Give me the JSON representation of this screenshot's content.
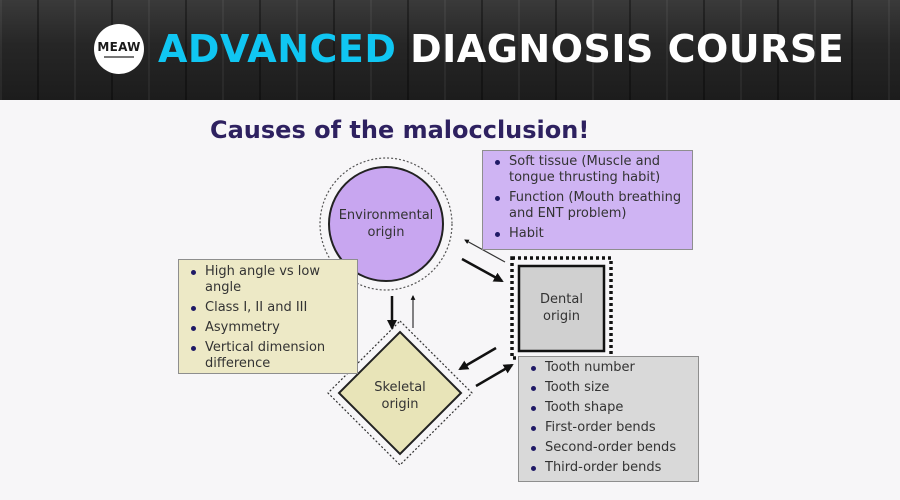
{
  "banner": {
    "logo_text": "MEAW",
    "title_accent": "ADVANCED",
    "title_rest": "DIAGNOSIS COURSE"
  },
  "slide": {
    "title": "Causes of the malocclusion!"
  },
  "nodes": {
    "environmental": {
      "line1": "Environmental",
      "line2": "origin"
    },
    "dental": {
      "line1": "Dental",
      "line2": "origin"
    },
    "skeletal": {
      "line1": "Skeletal",
      "line2": "origin"
    }
  },
  "boxes": {
    "environmental": [
      "Soft tissue (Muscle and tongue thrusting habit)",
      "Function (Mouth breathing and ENT problem)",
      "Habit"
    ],
    "skeletal": [
      "High angle vs low angle",
      "Class I, II and III",
      "Asymmetry",
      "Vertical dimension difference"
    ],
    "dental": [
      "Tooth number",
      "Tooth size",
      "Tooth shape",
      "First-order bends",
      "Second-order bends",
      "Third-order bends"
    ]
  },
  "colors": {
    "environmental_fill": "#c8a6f0",
    "dental_fill": "#d0d0d0",
    "skeletal_fill": "#e8e4b8",
    "title_color": "#2e2160",
    "accent": "#10c6f2"
  }
}
